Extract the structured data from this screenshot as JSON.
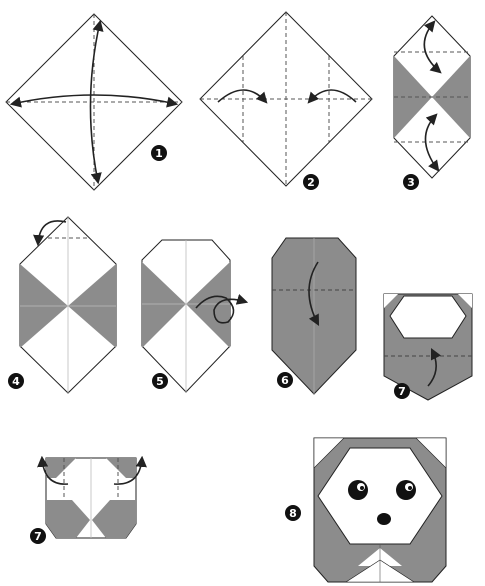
{
  "colors": {
    "paper": "#ffffff",
    "shade": "#8c8c8c",
    "line": "#222222",
    "dash": "#555555",
    "badge": "#111111"
  },
  "steps": [
    {
      "badge": "1"
    },
    {
      "badge": "2"
    },
    {
      "badge": "3"
    },
    {
      "badge": "4"
    },
    {
      "badge": "5"
    },
    {
      "badge": "6"
    },
    {
      "badge": "7"
    },
    {
      "badge": "7"
    },
    {
      "badge": "8"
    }
  ]
}
